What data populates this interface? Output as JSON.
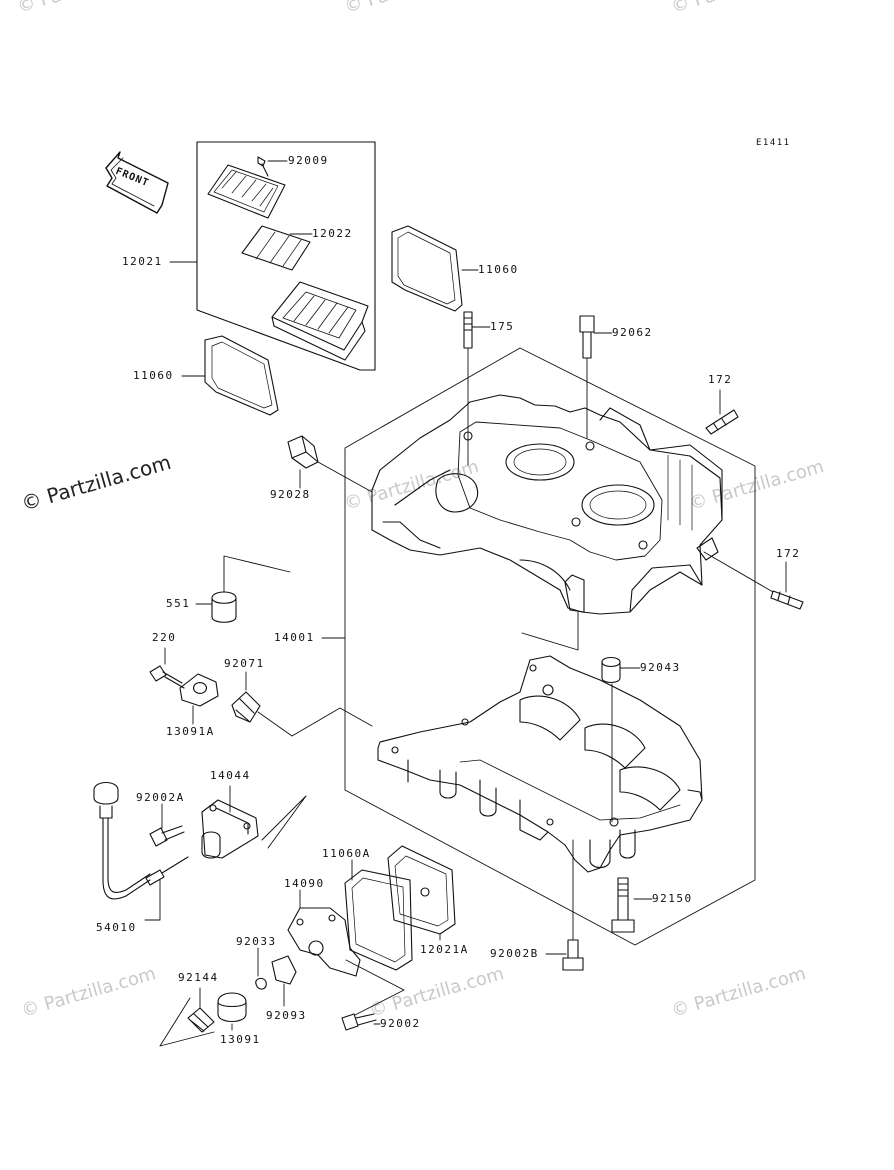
{
  "diagram": {
    "code": "E1411",
    "front_label": "FRONT",
    "watermark": "© Partzilla.com",
    "watermark_faint": "© Partzilla.com",
    "labels": {
      "p92009": "92009",
      "p12022": "12022",
      "p12021": "12021",
      "p11060_top": "11060",
      "p11060_left": "11060",
      "p175": "175",
      "p92062": "92062",
      "p172_top": "172",
      "p172_right": "172",
      "p92028": "92028",
      "p551": "551",
      "p14001": "14001",
      "p220": "220",
      "p92071": "92071",
      "p13091A": "13091A",
      "p92043": "92043",
      "p14044": "14044",
      "p92002A": "92002A",
      "p54010": "54010",
      "p11060A": "11060A",
      "p14090": "14090",
      "p12021A": "12021A",
      "p92150": "92150",
      "p92002B": "92002B",
      "p92033": "92033",
      "p92144": "92144",
      "p92093": "92093",
      "p13091": "13091",
      "p92002": "92002"
    }
  }
}
